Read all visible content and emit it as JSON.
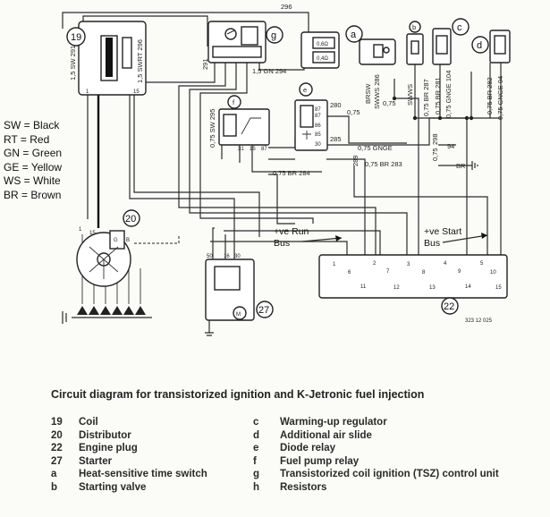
{
  "legend": [
    {
      "code": "SW",
      "color": "Black"
    },
    {
      "code": "RT",
      "color": "Red"
    },
    {
      "code": "GN",
      "color": "Green"
    },
    {
      "code": "GE",
      "color": "Yellow"
    },
    {
      "code": "WS",
      "color": "White"
    },
    {
      "code": "BR",
      "color": "Brown"
    }
  ],
  "caption": "Circuit diagram for transistorized ignition and K-Jetronic fuel injection",
  "keys_left": [
    {
      "id": "19",
      "name": "Coil"
    },
    {
      "id": "20",
      "name": "Distributor"
    },
    {
      "id": "22",
      "name": "Engine plug"
    },
    {
      "id": "27",
      "name": "Starter"
    },
    {
      "id": "a",
      "name": "Heat-sensitive time switch"
    },
    {
      "id": "b",
      "name": "Starting valve"
    }
  ],
  "keys_right": [
    {
      "id": "c",
      "name": "Warming-up regulator"
    },
    {
      "id": "d",
      "name": "Additional air slide"
    },
    {
      "id": "e",
      "name": "Diode relay"
    },
    {
      "id": "f",
      "name": "Fuel pump relay"
    },
    {
      "id": "g",
      "name": "Transistorized coil ignition (TSZ) control unit"
    },
    {
      "id": "h",
      "name": "Resistors"
    }
  ],
  "components": {
    "coil": "19",
    "distributor": "20",
    "engine_plug": "22",
    "starter": "27",
    "a": "a",
    "b": "b",
    "c": "c",
    "d": "d",
    "e": "e",
    "f": "f",
    "g": "g"
  },
  "buses": {
    "run": "+ve Run\nBus",
    "run_l1": "+ve Run",
    "run_l2": "Bus",
    "start_l1": "+ve Start",
    "start_l2": "Bus"
  },
  "wire_labels": {
    "w296": "296",
    "sw291": "1,5 SW 291",
    "swrt296": "1,5 SWRT 296",
    "gn294": "1,5 GN 294",
    "w291": "291",
    "sw295": "0,75 SW 295",
    "br284": "0,75 BR 284",
    "br283": "0,75 BR 283",
    "gnge": "0,75 GNGE",
    "w280": "280",
    "w075a": "0,75",
    "w075b": "0,75",
    "w285": "285",
    "w289": "289",
    "w298": "298",
    "w94": "94",
    "w078": "0,75",
    "brsw": "BRSW",
    "swws": "SWWS 286",
    "swws2": "SWWS",
    "br287": "0,75 BR 287",
    "br281": "0,75 BR 281",
    "gnge104": "0,75 GNGE 104",
    "br282": "0,75 BR 282",
    "gnge94": "0,75 GNGE 94",
    "br_ground": "BR",
    "part_no": "323 12 025"
  },
  "relay_pins": {
    "e_87": "87",
    "e_87b": "87",
    "e_86": "86",
    "e_85": "85",
    "e_30": "30",
    "f_31": "31",
    "f_15": "15",
    "f_87": "87",
    "s_50": "50",
    "s_16": "16",
    "s_30": "30"
  },
  "plug_pins": [
    "1",
    "2",
    "3",
    "4",
    "5",
    "6",
    "7",
    "8",
    "9",
    "10",
    "11",
    "12",
    "13",
    "14",
    "15"
  ]
}
